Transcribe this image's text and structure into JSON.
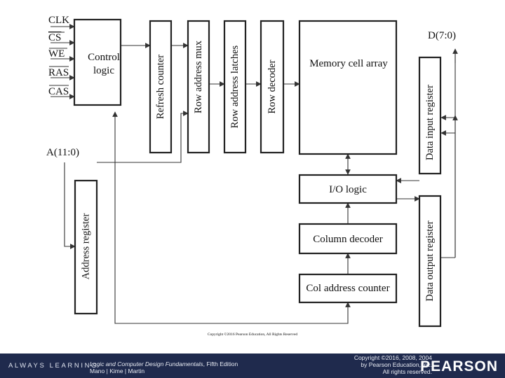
{
  "signals": {
    "clk": "CLK",
    "cs": "CS",
    "we": "WE",
    "ras": "RAS",
    "cas": "CAS",
    "address": "A(11:0)",
    "data": "D(7:0)"
  },
  "blocks": {
    "control_logic": [
      "Control",
      "logic"
    ],
    "refresh_counter": "Refresh counter",
    "row_address_mux": "Row address mux",
    "row_address_latches": "Row address latches",
    "row_decoder": "Row decoder",
    "memory_cell_array": "Memory cell array",
    "data_input_register": "Data input register",
    "io_logic": "I/O logic",
    "column_decoder": "Column decoder",
    "col_address_counter": "Col address counter",
    "data_output_register": "Data output register",
    "address_register": "Address register"
  },
  "figure_copyright": "Copyright ©2016 Pearson Education, All Rights Reserved",
  "footer": {
    "brand": "ALWAYS LEARNING",
    "book_title": "Logic and Computer Design Fundamentals",
    "book_edition": ", Fifth Edition",
    "authors": "Mano | Kime | Martin",
    "copyright_lines": [
      "Copyright ©2016, 2008, 2004",
      "by Pearson Education, Inc.",
      "All rights reserved."
    ],
    "publisher": "PEARSON"
  },
  "colors": {
    "footer_bg": "#1f2a4d",
    "ink": "#222222"
  }
}
